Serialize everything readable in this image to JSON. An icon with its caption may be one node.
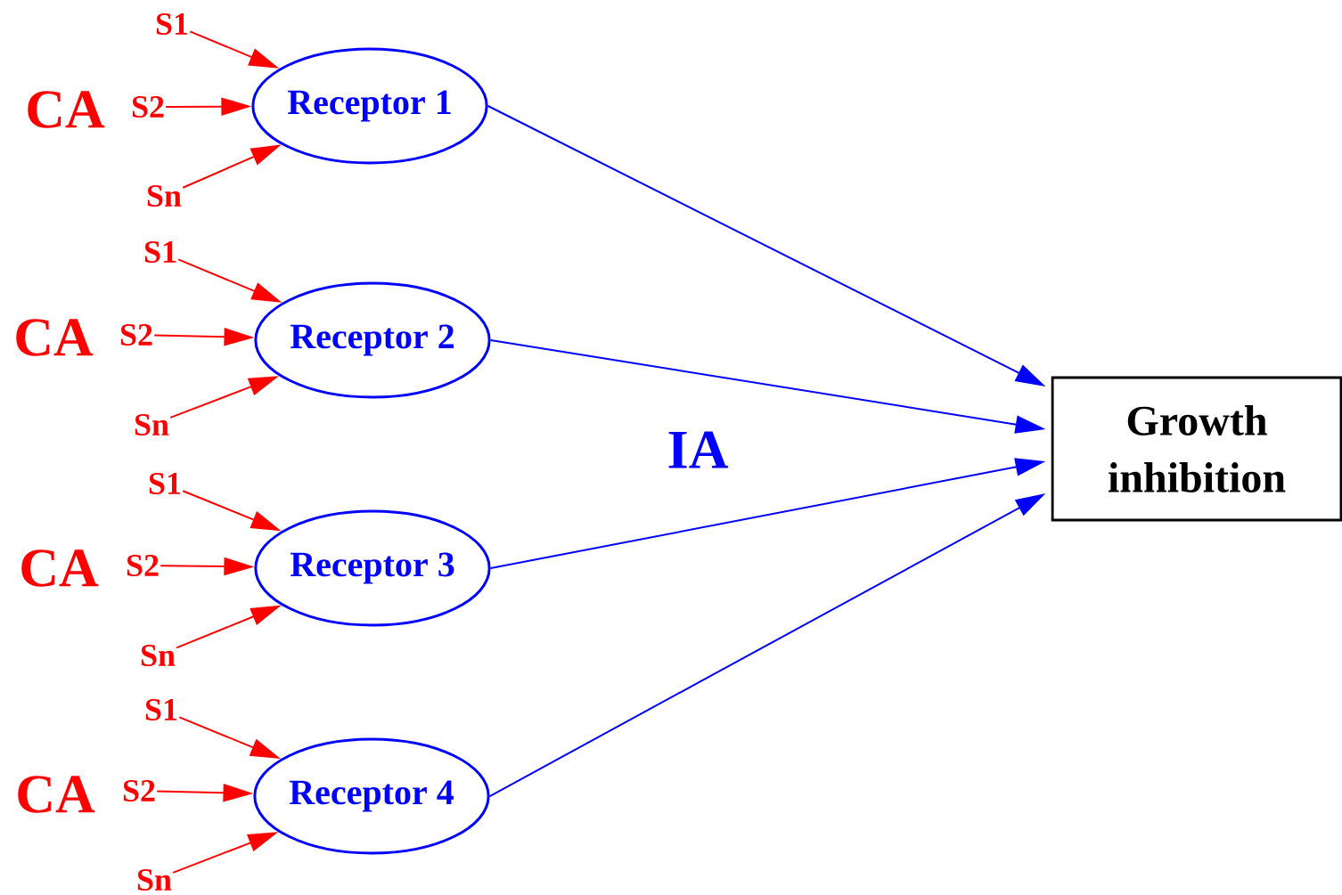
{
  "diagram": {
    "nodes": [
      {
        "text": [
          "S1"
        ]
      },
      {
        "text": [
          "S2"
        ]
      },
      {
        "text": [
          "Sn"
        ]
      },
      {
        "text": [
          "Receptor 1"
        ]
      },
      {
        "text": [
          "S1"
        ]
      },
      {
        "text": [
          "S2"
        ]
      },
      {
        "text": [
          "Sn"
        ]
      },
      {
        "text": [
          "Receptor 2"
        ]
      },
      {
        "text": [
          "S1"
        ]
      },
      {
        "text": [
          "S2"
        ]
      },
      {
        "text": [
          "Sn"
        ]
      },
      {
        "text": [
          "Receptor 3"
        ]
      },
      {
        "text": [
          "S1"
        ]
      },
      {
        "text": [
          "S2"
        ]
      },
      {
        "text": [
          "Sn"
        ]
      },
      {
        "text": [
          "Receptor 4"
        ]
      },
      {
        "text": [
          "Growth inhibition"
        ]
      }
    ],
    "edges": [
      {
        "from": 0,
        "to": 3,
        "arrow": "to"
      },
      {
        "from": 1,
        "to": 3,
        "arrow": "to"
      },
      {
        "from": 2,
        "to": 3,
        "arrow": "to"
      },
      {
        "from": 4,
        "to": 7,
        "arrow": "to"
      },
      {
        "from": 5,
        "to": 7,
        "arrow": "to"
      },
      {
        "from": 6,
        "to": 7,
        "arrow": "to"
      },
      {
        "from": 8,
        "to": 11,
        "arrow": "to"
      },
      {
        "from": 9,
        "to": 11,
        "arrow": "to"
      },
      {
        "from": 10,
        "to": 11,
        "arrow": "to"
      },
      {
        "from": 12,
        "to": 15,
        "arrow": "to"
      },
      {
        "from": 13,
        "to": 15,
        "arrow": "to"
      },
      {
        "from": 14,
        "to": 15,
        "arrow": "to"
      },
      {
        "from": 3,
        "to": 16,
        "arrow": "to",
        "color": "#0000ff"
      },
      {
        "from": 7,
        "to": 16,
        "arrow": "to",
        "color": "#0000ff"
      },
      {
        "from": 11,
        "to": 16,
        "arrow": "to",
        "color": "#0000ff"
      },
      {
        "from": 15,
        "to": 16,
        "arrow": "to",
        "color": "#0000ff"
      }
    ],
    "labels": [
      "CA",
      "CA",
      "IA",
      "CA",
      "CA"
    ]
  }
}
